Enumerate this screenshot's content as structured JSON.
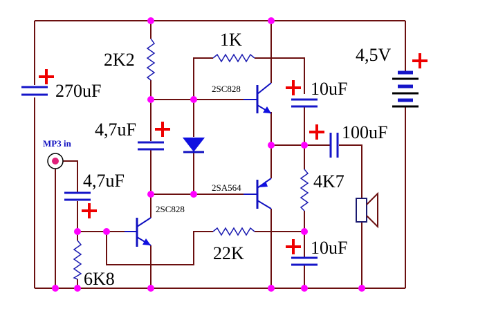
{
  "diagram": {
    "title": "MP3 audio amplifier schematic",
    "supply": {
      "label": "4,5V",
      "polarity": "+"
    },
    "input": {
      "label": "MP3 in"
    },
    "components": {
      "c_supply": {
        "label": "270uF",
        "type": "electrolytic-capacitor",
        "polarity": "+"
      },
      "r_bias_top": {
        "label": "2K2",
        "type": "resistor"
      },
      "r_feedback_top": {
        "label": "1K",
        "type": "resistor"
      },
      "c_bootstrap": {
        "label": "4,7uF",
        "type": "electrolytic-capacitor",
        "polarity": "+"
      },
      "c_input": {
        "label": "4,7uF",
        "type": "electrolytic-capacitor",
        "polarity": "+"
      },
      "r_input_bias": {
        "label": "6K8",
        "type": "resistor"
      },
      "r_feedback": {
        "label": "22K",
        "type": "resistor"
      },
      "q_driver": {
        "label": "2SC828",
        "type": "npn-transistor"
      },
      "q_upper": {
        "label": "2SC828",
        "type": "npn-transistor"
      },
      "q_lower": {
        "label": "2SA564",
        "type": "pnp-transistor"
      },
      "d_bias": {
        "label": "",
        "type": "diode"
      },
      "c_top_right": {
        "label": "10uF",
        "type": "electrolytic-capacitor",
        "polarity": "+"
      },
      "c_output": {
        "label": "100uF",
        "type": "electrolytic-capacitor",
        "polarity": "+"
      },
      "r_output": {
        "label": "4K7",
        "type": "resistor"
      },
      "c_bottom_right": {
        "label": "10uF",
        "type": "electrolytic-capacitor",
        "polarity": "+"
      },
      "speaker": {
        "label": "",
        "type": "speaker"
      },
      "battery": {
        "label": "4,5V",
        "type": "battery"
      }
    },
    "colors": {
      "wire": "#6b0f0f",
      "component": "#1010c0",
      "junction": "#ff00ff",
      "polarity_mark": "#ee0000",
      "input_label": "#1010c0",
      "text": "#000000",
      "background": "#ffffff"
    }
  }
}
